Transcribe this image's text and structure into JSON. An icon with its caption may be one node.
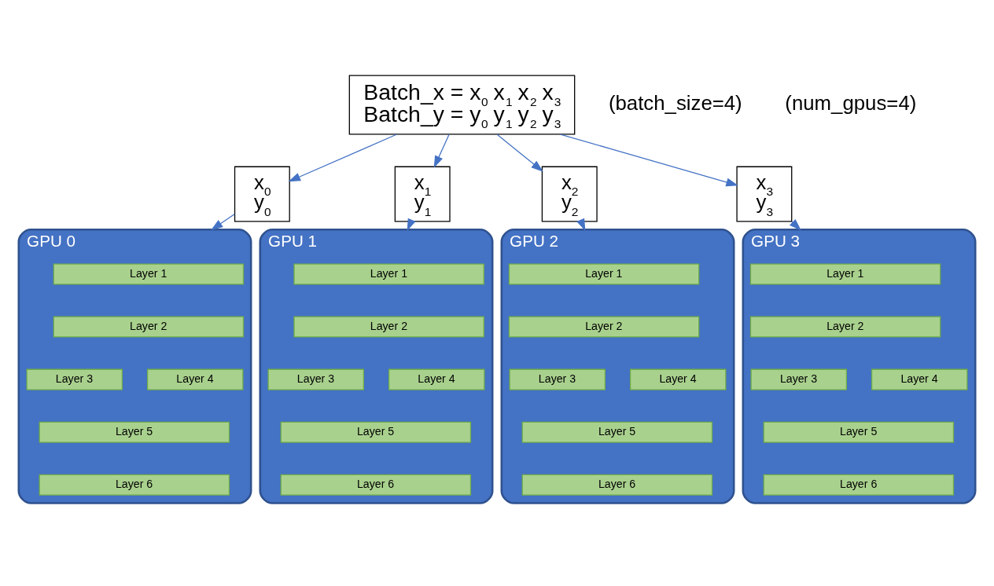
{
  "diagram": {
    "nodes": [
      {
        "text": [
          "Batch_x = x$_{0}$ x$_{1}$ x$_{2}$ x$_{3}$",
          "Batch_y = y$_{0}$ y$_{1}$ y$_{2}$ y$_{3}$"
        ]
      },
      {
        "text": [
          "x$_{0}$",
          "y$_{0}$"
        ]
      },
      {
        "text": [
          "x$_{1}$",
          "y$_{1}$"
        ]
      },
      {
        "text": [
          "x$_{2}$",
          "y$_{2}$"
        ]
      },
      {
        "text": [
          "x$_{3}$",
          "y$_{3}$"
        ]
      },
      {
        "text": [
          "GPU 0"
        ]
      },
      {
        "text": [
          "Layer 1"
        ],
        "in": 5
      },
      {
        "text": [
          "Layer 2"
        ],
        "in": 5
      },
      {
        "text": [
          "Layer 3"
        ],
        "in": 5
      },
      {
        "text": [
          "Layer 4"
        ],
        "in": 5
      },
      {
        "text": [
          "Layer 5"
        ],
        "in": 5
      },
      {
        "text": [
          "Layer 6"
        ],
        "in": 5
      },
      {
        "text": [
          "GPU 1"
        ]
      },
      {
        "text": [
          "Layer 1"
        ],
        "in": 12
      },
      {
        "text": [
          "Layer 2"
        ],
        "in": 12
      },
      {
        "text": [
          "Layer 3"
        ],
        "in": 12
      },
      {
        "text": [
          "Layer 4"
        ],
        "in": 12
      },
      {
        "text": [
          "Layer 5"
        ],
        "in": 12
      },
      {
        "text": [
          "Layer 6"
        ],
        "in": 12
      },
      {
        "text": [
          "GPU 2"
        ]
      },
      {
        "text": [
          "Layer 1"
        ],
        "in": 19
      },
      {
        "text": [
          "Layer 2"
        ],
        "in": 19
      },
      {
        "text": [
          "Layer 3"
        ],
        "in": 19
      },
      {
        "text": [
          "Layer 4"
        ],
        "in": 19
      },
      {
        "text": [
          "Layer 5"
        ],
        "in": 19
      },
      {
        "text": [
          "Layer 6"
        ],
        "in": 19
      },
      {
        "text": [
          "GPU 3"
        ]
      },
      {
        "text": [
          "Layer 1"
        ],
        "in": 26
      },
      {
        "text": [
          "Layer 2"
        ],
        "in": 26
      },
      {
        "text": [
          "Layer 3"
        ],
        "in": 26
      },
      {
        "text": [
          "Layer 4"
        ],
        "in": 26
      },
      {
        "text": [
          "Layer 5"
        ],
        "in": 26
      },
      {
        "text": [
          "Layer 6"
        ],
        "in": 26
      }
    ],
    "edges": [
      {
        "from": 0,
        "to": 1,
        "arrow": "to"
      },
      {
        "from": 0,
        "to": 2,
        "arrow": "to"
      },
      {
        "from": 0,
        "to": 3,
        "arrow": "to"
      },
      {
        "from": 0,
        "to": 4,
        "arrow": "to"
      },
      {
        "from": 1,
        "to": 5,
        "arrow": "to"
      },
      {
        "from": 2,
        "to": 12,
        "arrow": "to"
      },
      {
        "from": 3,
        "to": 19,
        "arrow": "to"
      },
      {
        "from": 4,
        "to": 26,
        "arrow": "to"
      }
    ],
    "labels": [
      "(batch_size=4)",
      "(num_gpus=4)"
    ]
  }
}
